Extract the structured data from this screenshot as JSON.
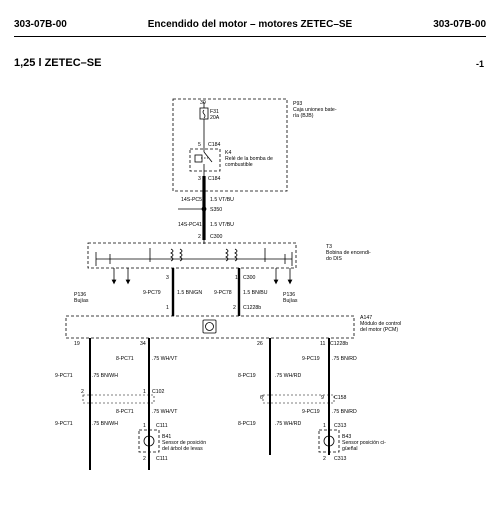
{
  "header": {
    "left": "303-07B-00",
    "title": "Encendido del motor –  motores ZETEC–SE",
    "right": "303-07B-00"
  },
  "subheader": {
    "title": "1,25 l ZETEC–SE",
    "number": "-1"
  },
  "diagram": {
    "bjb": {
      "num": "30",
      "fuse": "F31",
      "rating": "20A",
      "code": "P93",
      "desc1": "Caja uniones bate-",
      "desc2": "ría (BJB)"
    },
    "relay": {
      "code": "K4",
      "desc1": "Relé de la bomba de",
      "desc2": "combustible",
      "pin_top": "5",
      "pin_bottom": "3",
      "conn": "C184"
    },
    "wires": {
      "pc5": "14S-PC5",
      "pc5_spec": "1.5 VT/BU",
      "splice": "S350",
      "pc41": "14S-PC41",
      "pc41_spec": "1.5 VT/BU"
    },
    "coil": {
      "pin_top": "2",
      "conn_top": "C300",
      "code": "T3",
      "desc1": "Bobina de encendi-",
      "desc2": "do DIS",
      "pin3": "3",
      "pin1": "1",
      "conn_right": "C300"
    },
    "bujias": {
      "code": "P136",
      "label": "Bujías"
    },
    "pcm_wires": {
      "left_id": "9-PC79",
      "left_spec": "1.5 BN/GN",
      "right_id": "9-PC78",
      "right_spec": "1.5 BN/BU",
      "pin_left": "1",
      "pin_right": "2",
      "conn": "C1228b"
    },
    "pcm": {
      "code": "A147",
      "desc1": "Módulo de control",
      "desc2": "del motor (PCM)",
      "pin19": "19",
      "pin34": "34",
      "pin26": "26",
      "pin11": "11",
      "conn": "C1228b"
    },
    "left_branch": {
      "w1_id": "8-PC71",
      "w1_spec": ".75 WH/VT",
      "w2_id": "9-PC71",
      "w2_spec": ".75 BN/WH",
      "c102": "C102",
      "pin2": "2",
      "pin1": "1",
      "w3_id": "8-PC71",
      "w3_spec": ".75 WH/VT",
      "w4_id": "9-PC71",
      "w4_spec": ".75 BN/WH",
      "c111": "C111",
      "pin_b1": "1",
      "pin_b2": "2",
      "sensor_code": "B41",
      "sensor1": "Sensor de posición",
      "sensor2": "del árbol de levas"
    },
    "right_branch": {
      "w1_id": "9-PC19",
      "w1_spec": ".75 BN/RD",
      "w2_id": "8-PC19",
      "w2_spec": ".75 WH/RD",
      "c158": "C158",
      "pin6": "6",
      "pin9": "9",
      "w3_id": "9-PC19",
      "w3_spec": ".75 BN/RD",
      "w4_id": "8-PC19",
      "w4_spec": ".75 WH/RD",
      "c313": "C313",
      "pin_b1": "1",
      "pin_b2": "2",
      "sensor_code": "B43",
      "sensor1": "Sensor posición ci-",
      "sensor2": "güeñal"
    }
  }
}
